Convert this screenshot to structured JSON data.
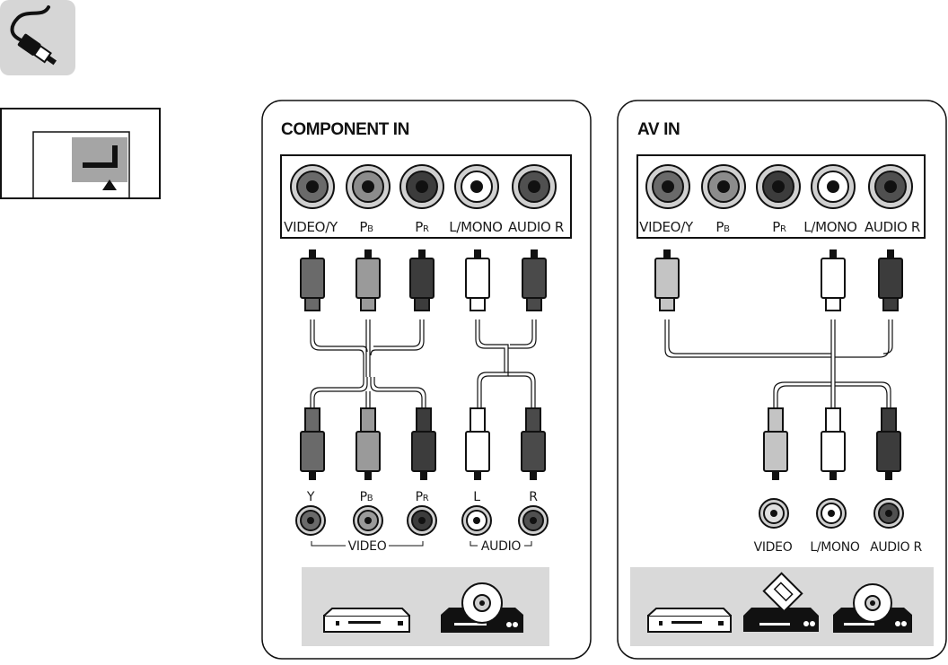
{
  "component_panel": {
    "title": "COMPONENT IN",
    "jacks": [
      {
        "main": "VIDEO/Y",
        "sub": ""
      },
      {
        "main": "P",
        "sub": "B"
      },
      {
        "main": "P",
        "sub": "R"
      },
      {
        "main": "L/MONO",
        "sub": ""
      },
      {
        "main": "AUDIO R",
        "sub": ""
      }
    ],
    "device_jacks": [
      {
        "main": "Y",
        "sub": ""
      },
      {
        "main": "P",
        "sub": "B"
      },
      {
        "main": "P",
        "sub": "R"
      },
      {
        "main": "L",
        "sub": ""
      },
      {
        "main": "R",
        "sub": ""
      }
    ],
    "group_video": "VIDEO",
    "group_audio": "AUDIO"
  },
  "av_panel": {
    "title": "AV IN",
    "jacks": [
      {
        "main": "VIDEO/Y",
        "sub": ""
      },
      {
        "main": "P",
        "sub": "B"
      },
      {
        "main": "P",
        "sub": "R"
      },
      {
        "main": "L/MONO",
        "sub": ""
      },
      {
        "main": "AUDIO R",
        "sub": ""
      }
    ],
    "device_jacks": [
      "VIDEO",
      "L/MONO",
      "AUDIO R"
    ]
  },
  "colors": {
    "green_jack": "#6a6a6a",
    "blue_jack": "#8c8c8c",
    "red_jack": "#3c3c3c",
    "white_jack": "#ffffff",
    "yellow_jack": "#c4c4c4",
    "icon_bg": "#d6d6d6",
    "device_tray": "#d9d9d9"
  },
  "icons": [
    "cable-icon",
    "tv-side-panel-icon",
    "dvd-player-icon",
    "disc-player-icon",
    "vcr-icon"
  ]
}
